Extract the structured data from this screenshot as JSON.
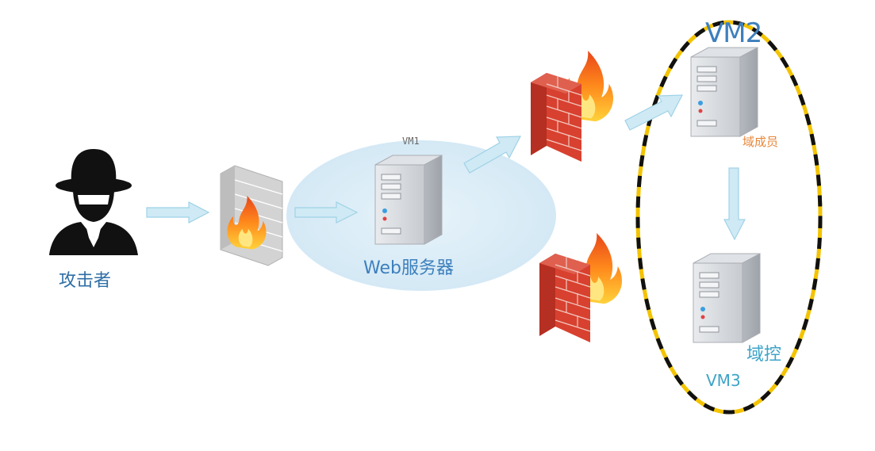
{
  "labels": {
    "attacker": "攻击者",
    "web_server": "Web服务器",
    "vm1": "VM1",
    "vm2": "VM2",
    "domain_member": "域成员",
    "domain_controller": "域控",
    "vm3": "VM3"
  },
  "colors": {
    "arrow_fill": "#cfeaf5",
    "arrow_stroke": "#9fd2e6",
    "vm1_zone": "#dcedf7",
    "domain_ring_yellow": "#f3c300",
    "domain_ring_black": "#111111",
    "brick": "#d8412f",
    "brick_grey": "#c9c9c9",
    "server_body": "#d4d7db"
  },
  "icons": [
    "attacker-icon",
    "firewall-grey-icon",
    "server-icon",
    "firewall-red-icon",
    "fire-icon"
  ]
}
